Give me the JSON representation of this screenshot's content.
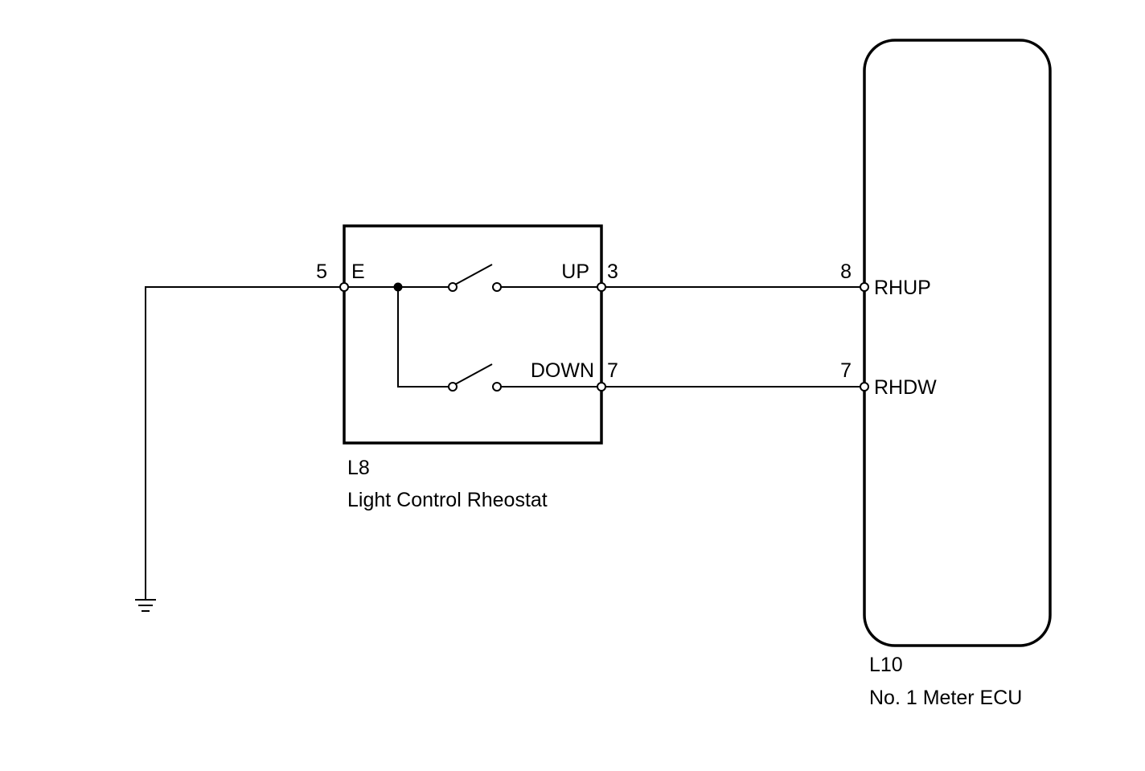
{
  "diagram": {
    "ground_symbol": "ground-icon",
    "rheostat": {
      "connector_id": "L8",
      "name": "Light Control Rheostat",
      "pins": {
        "e": {
          "number": "5",
          "name": "E"
        },
        "up": {
          "number": "3",
          "name": "UP"
        },
        "down": {
          "number": "7",
          "name": "DOWN"
        }
      }
    },
    "meter_ecu": {
      "connector_id": "L10",
      "name": "No. 1 Meter ECU",
      "pins": {
        "rhup": {
          "number": "8",
          "name": "RHUP"
        },
        "rhdw": {
          "number": "7",
          "name": "RHDW"
        }
      }
    }
  }
}
